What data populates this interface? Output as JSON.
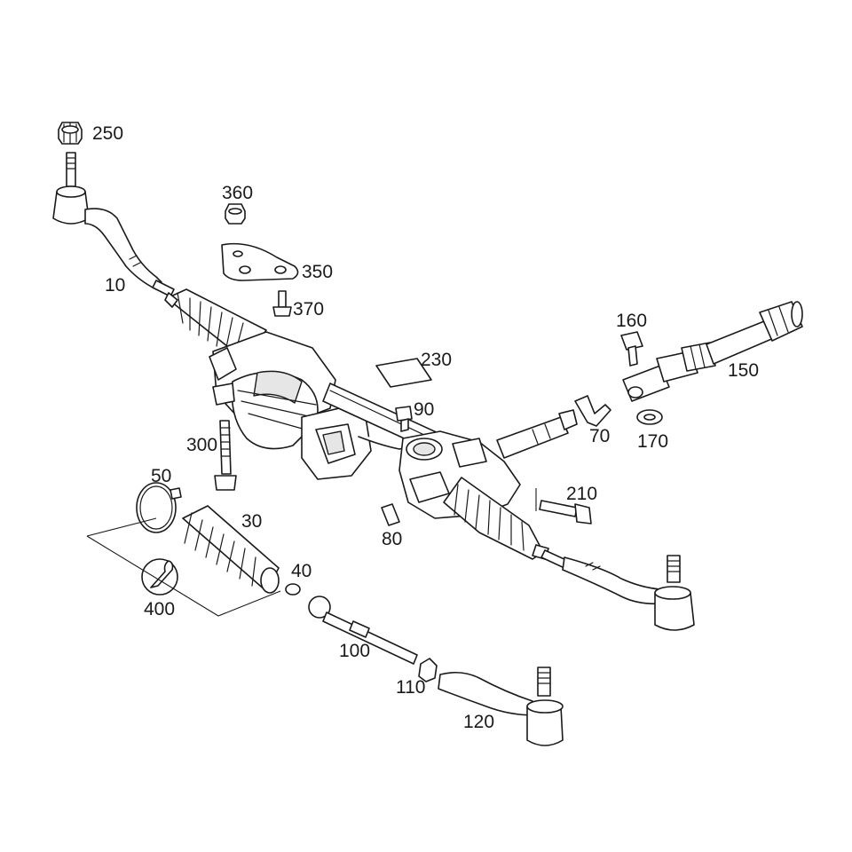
{
  "diagram": {
    "callouts": {
      "p250": "250",
      "p360": "360",
      "p350": "350",
      "p370": "370",
      "p10": "10",
      "p160": "160",
      "p150": "150",
      "p230": "230",
      "p90": "90",
      "p70": "70",
      "p170": "170",
      "p300": "300",
      "p50": "50",
      "p30": "30",
      "p210": "210",
      "p80": "80",
      "p40": "40",
      "p400": "400",
      "p100": "100",
      "p110": "110",
      "p120": "120"
    }
  }
}
